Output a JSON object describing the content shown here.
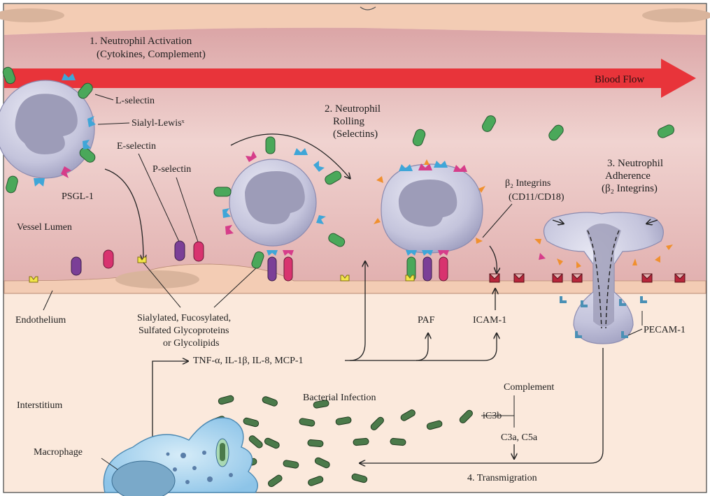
{
  "regions": {
    "lumen": "Vessel Lumen",
    "endothelium": "Endothelium",
    "interstitium": "Interstitium"
  },
  "flow": {
    "label": "Blood Flow"
  },
  "steps": {
    "activation": {
      "line1": "1. Neutrophil Activation",
      "line2": "(Cytokines, Complement)"
    },
    "rolling": {
      "line1": "2. Neutrophil",
      "line2": "Rolling",
      "line3": "(Selectins)"
    },
    "adherence": {
      "line1": "3. Neutrophil",
      "line2": "Adherence",
      "line3": "(β₂ Integrins)"
    },
    "transmigration": {
      "label": "4. Transmigration"
    }
  },
  "molecules": {
    "l_selectin": "L-selectin",
    "sialyl_lewis": "Sialyl-Lewisˣ",
    "e_selectin": "E-selectin",
    "p_selectin": "P-selectin",
    "psgl1": "PSGL-1",
    "b2_integrins": "β₂ Integrins",
    "cd11_cd18": "(CD11/CD18)",
    "pecam1": "PECAM-1"
  },
  "glyco": {
    "line1": "Sialylated, Fucosylated,",
    "line2": "Sulfated Glycoproteins",
    "line3": "or Glycolipids"
  },
  "mediators": {
    "cytokines": "TNF-α, IL-1β, IL-8, MCP-1",
    "paf": "PAF",
    "icam1": "ICAM-1",
    "complement": "Complement",
    "ic3b": "iC3b",
    "c3a_c5a": "C3a, C5a"
  },
  "cells": {
    "macrophage": "Macrophage",
    "bacteria": "Bacterial Infection"
  },
  "colors": {
    "lumen": "#e6b7b6",
    "lumen_center": "#f0d3d0",
    "vessel_wall": "#f3ccb4",
    "interstitium": "#fbe9dc",
    "flow_arrow": "#e8343a",
    "neutrophil": "#c9c9e0",
    "nucleus": "#9d9cb8",
    "l_selectin": "#4aa85a",
    "sialyl_lewis": "#3fa6d8",
    "psgl1": "#d63d8a",
    "e_selectin": "#7b3f97",
    "p_selectin": "#d8336f",
    "glyco": "#f2e54a",
    "integrin": "#f0902e",
    "icam1": "#b7263a",
    "pecam1": "#4a90b5",
    "bacteria": "#4b7a4a",
    "macrophage": "#a6d3ef"
  }
}
